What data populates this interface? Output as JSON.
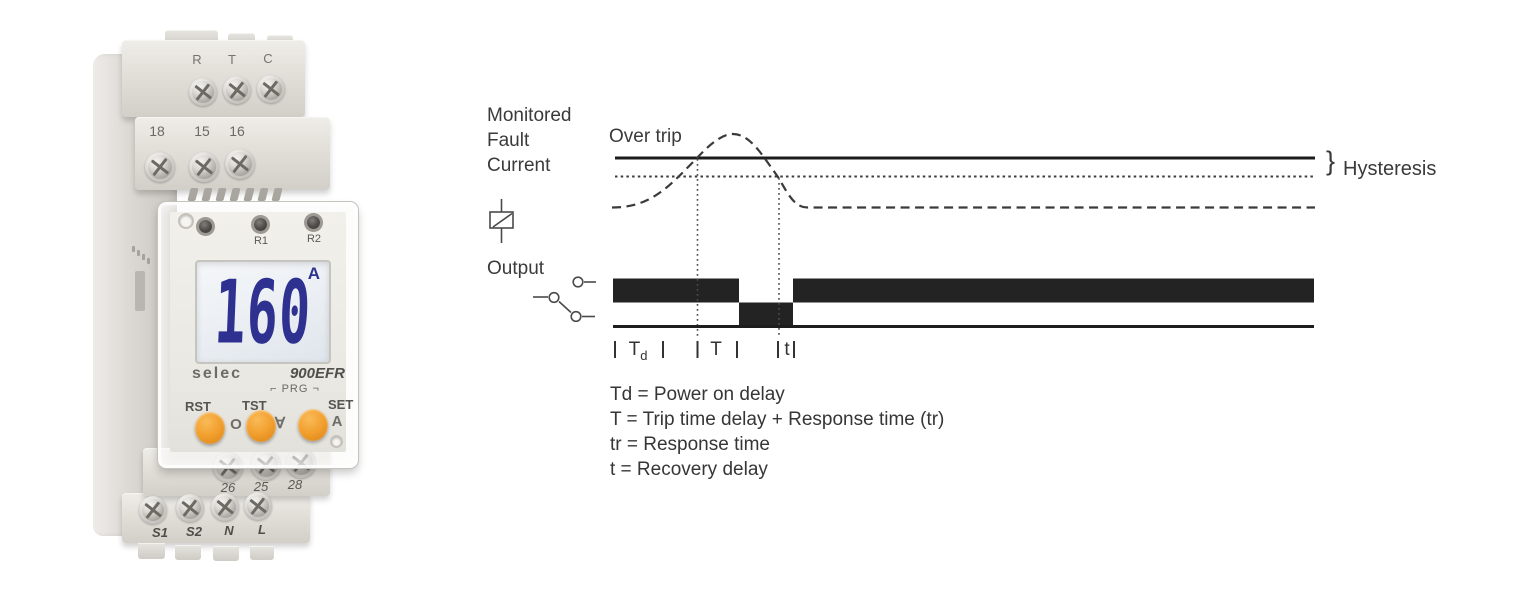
{
  "product_photo": {
    "brand_logo": "selec",
    "model": "900EFR",
    "lcd": {
      "value": "160",
      "unit": "A"
    },
    "led_labels": {
      "r1": "R1",
      "r2": "R2"
    },
    "prg": {
      "left_corner": "⌐",
      "label": "PRG",
      "right_corner": "¬"
    },
    "buttons": {
      "rst": "RST",
      "tst": "TST",
      "set": "SET",
      "sym_circle": "O",
      "sym_down": "∀",
      "sym_up": "A"
    },
    "terminals": {
      "row1": [
        "R",
        "T",
        "C"
      ],
      "row2": [
        "18",
        "15",
        "16"
      ],
      "row3": [
        "26",
        "25",
        "28"
      ],
      "row4": [
        "S1",
        "S2",
        "N",
        "L"
      ]
    }
  },
  "timing_diagram": {
    "signal_lines": [
      "Monitored",
      "Fault",
      "Current"
    ],
    "over_trip_label": "Over trip",
    "hysteresis_brace": "}",
    "hysteresis_label": "Hysteresis",
    "output_label": "Output",
    "ticks": {
      "td_base": "T",
      "td_sub": "d",
      "trip": "T",
      "recovery": "t"
    },
    "legend": [
      "Td = Power on delay",
      "T = Trip time delay + Response time (tr)",
      "tr = Response time",
      "t = Recovery delay"
    ]
  },
  "colors": {
    "button_orange": "#f2a02f",
    "lcd_digits": "#2e3190",
    "diagram_ink": "#2e2e2e",
    "body_gray": "#e2dfd9"
  }
}
